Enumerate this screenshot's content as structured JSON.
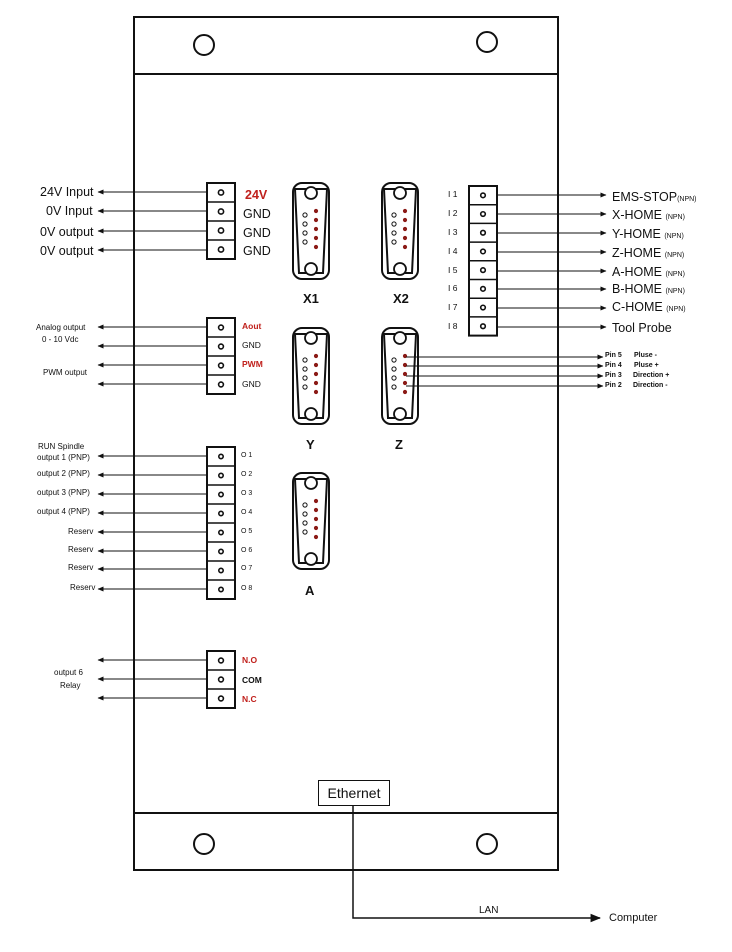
{
  "power_terminal": {
    "left_labels": [
      "24V Input",
      "0V Input",
      "0V output",
      "0V output"
    ],
    "pin_labels": [
      "24V",
      "GND",
      "GND",
      "GND"
    ]
  },
  "analog_terminal": {
    "left_labels": [
      "Analog output",
      "0 - 10 Vdc",
      "PWM output"
    ],
    "pin_labels": [
      "Aout",
      "GND",
      "PWM",
      "GND"
    ]
  },
  "output_terminal": {
    "left_labels": [
      "RUN Spindle",
      "output 1 (PNP)",
      "output 2 (PNP)",
      "output 3 (PNP)",
      "output 4 (PNP)",
      "Reserv",
      "Reserv",
      "Reserv",
      "Reserv"
    ],
    "pin_labels": [
      "O 1",
      "O 2",
      "O 3",
      "O 4",
      "O 5",
      "O 6",
      "O 7",
      "O 8"
    ]
  },
  "relay_terminal": {
    "left_labels": [
      "output 6",
      "Relay"
    ],
    "pin_labels": [
      "N.O",
      "COM",
      "N.C"
    ]
  },
  "input_terminal": {
    "pin_labels": [
      "I 1",
      "I 2",
      "I 3",
      "I 4",
      "I 5",
      "I 6",
      "I 7",
      "I 8"
    ],
    "right_labels": [
      "EMS-STOP",
      "X-HOME",
      "Y-HOME",
      "Z-HOME",
      "A-HOME",
      "B-HOME",
      "C-HOME",
      "Tool Probe"
    ],
    "npn_tag": "(NPN)"
  },
  "axis_connectors": {
    "x1": "X1",
    "x2": "X2",
    "y": "Y",
    "z": "Z",
    "a": "A"
  },
  "z_pins": {
    "pins": [
      "Pin 5",
      "Pin 4",
      "Pin 3",
      "Pin 2"
    ],
    "signals": [
      "Pluse -",
      "Pluse +",
      "Direction +",
      "Direction -"
    ]
  },
  "ethernet": {
    "label": "Ethernet",
    "lan": "LAN",
    "computer": "Computer"
  },
  "colors": {
    "accent_red": "#c0201c",
    "line": "#111111"
  }
}
